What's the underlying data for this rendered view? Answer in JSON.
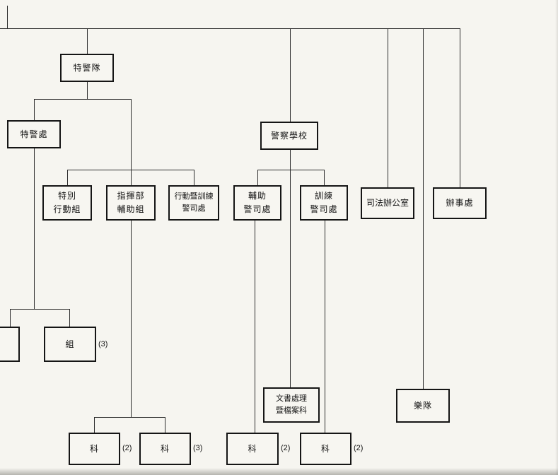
{
  "diagram": {
    "nodes": [
      {
        "id": "special-duties-unit",
        "label": "特警隊"
      },
      {
        "id": "special-duties-division",
        "label": "特警處"
      },
      {
        "id": "police-training-school",
        "label": "警察學校"
      },
      {
        "id": "special-action-group",
        "label": "特別\n行動組"
      },
      {
        "id": "hq-support-group",
        "label": "指揮部\n輔助組"
      },
      {
        "id": "ops-training-sp-division",
        "label": "行動暨訓練\n警司處"
      },
      {
        "id": "support-sp-division",
        "label": "輔助\n警司處"
      },
      {
        "id": "training-sp-division",
        "label": "訓練\n警司處"
      },
      {
        "id": "judiciary-office",
        "label": "司法辦公室"
      },
      {
        "id": "general-office",
        "label": "辦事處"
      },
      {
        "id": "cutoff-box",
        "label": ""
      },
      {
        "id": "group-box",
        "label": "組"
      },
      {
        "id": "documents-records-section",
        "label": "文書處理\n暨檔案科"
      },
      {
        "id": "band",
        "label": "樂隊"
      },
      {
        "id": "section-a",
        "label": "科"
      },
      {
        "id": "section-b",
        "label": "科"
      },
      {
        "id": "section-c",
        "label": "科"
      },
      {
        "id": "section-d",
        "label": "科"
      }
    ],
    "counts": [
      {
        "id": "group-count",
        "label": "(3)"
      },
      {
        "id": "section-a-count",
        "label": "(2)"
      },
      {
        "id": "section-b-count",
        "label": "(3)"
      },
      {
        "id": "section-c-count",
        "label": "(2)"
      },
      {
        "id": "section-d-count",
        "label": "(2)"
      }
    ]
  }
}
